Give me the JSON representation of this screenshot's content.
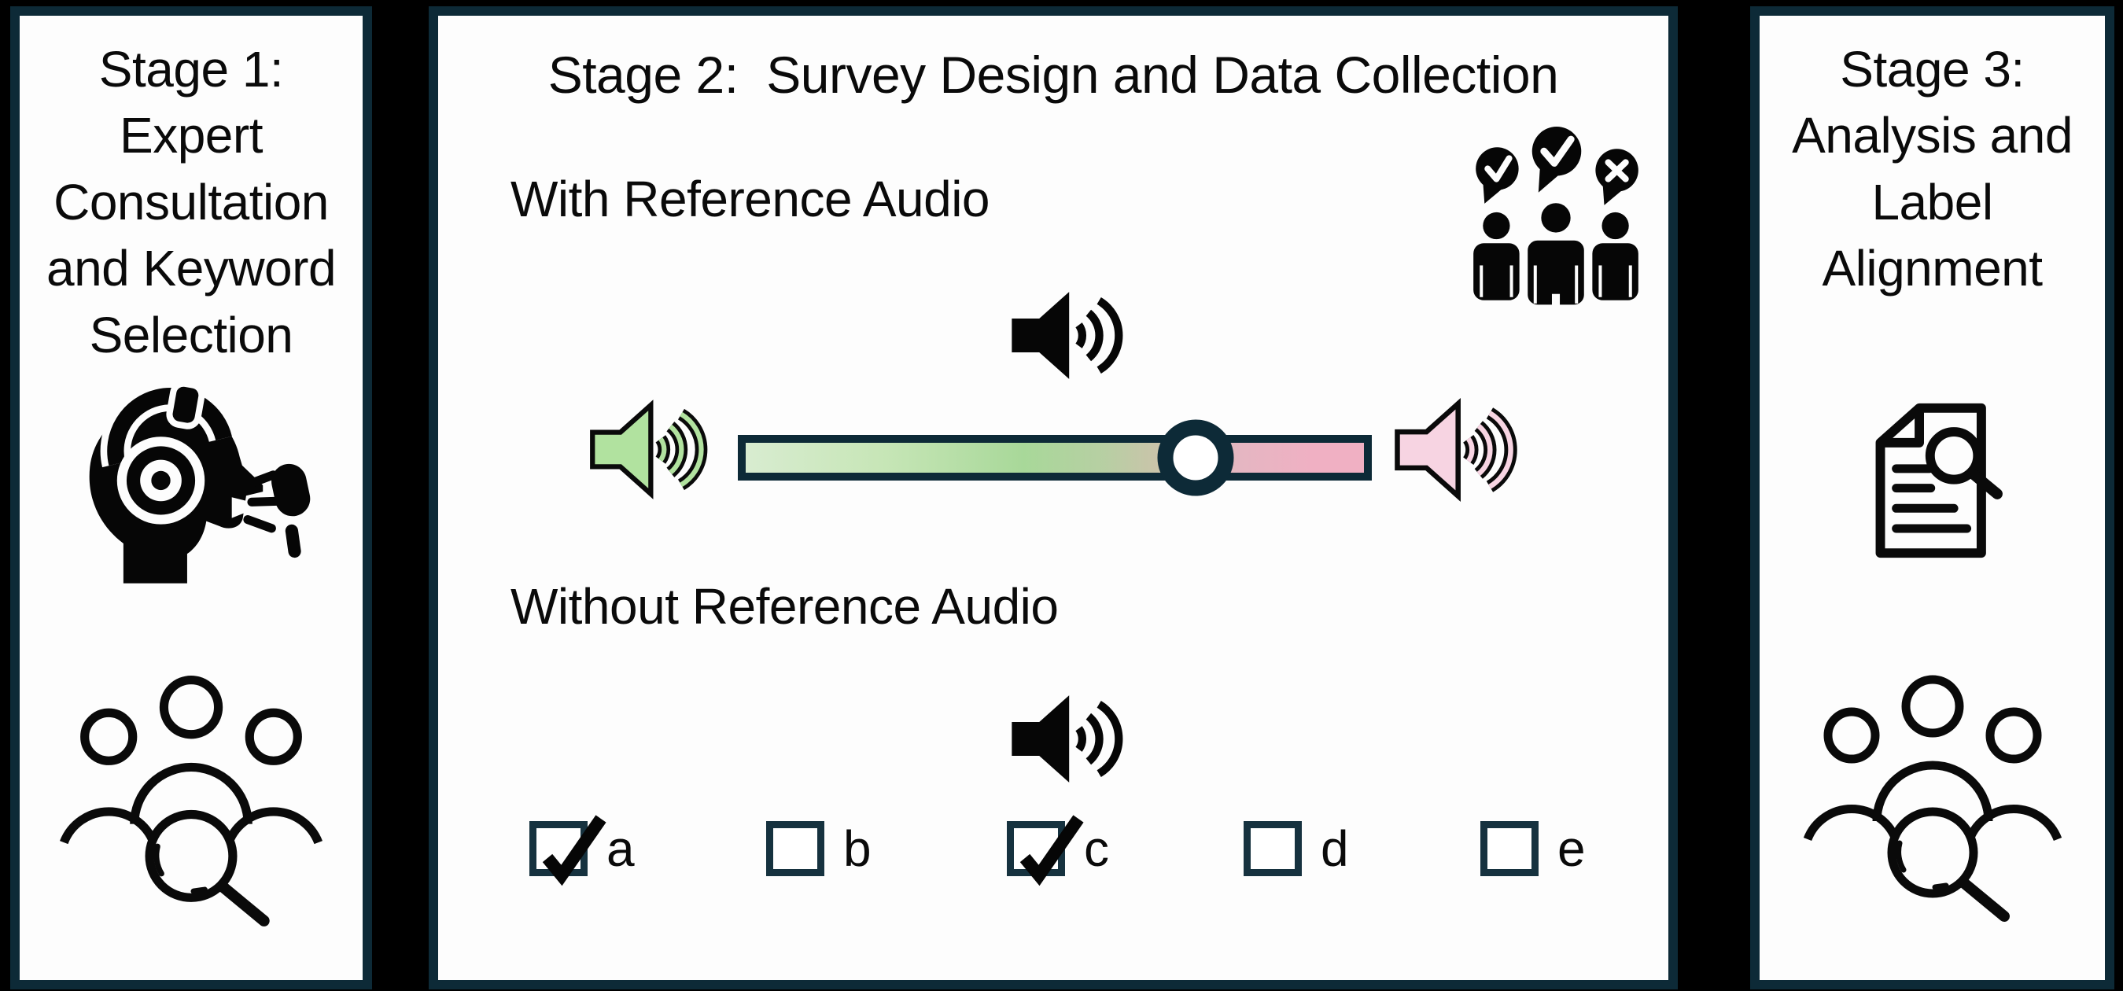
{
  "figure": {
    "type": "three-stage survey pipeline diagram"
  },
  "colors": {
    "background": "#000000",
    "panel_border": "#0d2a37",
    "panel_bg": "#fdfdfd",
    "ink": "#0a0a0a",
    "handle_ring": "#0d2a37",
    "checkbox_border": "#16323f",
    "speaker_green": "#b1e29f",
    "speaker_pink": "#f7d4e2",
    "slider_grad_a": "#d8ecd0",
    "slider_grad_b": "#a8d899",
    "slider_grad_c": "#cdc2ab",
    "slider_grad_d": "#f0b0c3"
  },
  "stage1": {
    "title": "Stage 1:\nExpert\nConsultation\nand Keyword\nSelection",
    "icons": [
      "listener-with-headphones-and-microphone",
      "group-of-people-with-magnifier"
    ]
  },
  "stage2": {
    "title": "Stage 2:  Survey Design and Data Collection",
    "with_reference_label": "With Reference Audio",
    "without_reference_label": "Without Reference Audio",
    "slider": {
      "handle_position_pct": 72.2,
      "left_end_icon": "green-speaker",
      "right_end_icon": "pink-speaker",
      "gradient": [
        "#d8ecd0",
        "#a8d899",
        "#cdc2ab",
        "#f0b0c3"
      ]
    },
    "checkboxes": [
      {
        "label": "a",
        "checked": true
      },
      {
        "label": "b",
        "checked": false
      },
      {
        "label": "c",
        "checked": true
      },
      {
        "label": "d",
        "checked": false
      },
      {
        "label": "e",
        "checked": false
      }
    ],
    "icons": [
      "raters-with-vote-bubbles",
      "speaker-playback",
      "speaker-playback"
    ]
  },
  "stage3": {
    "title": "Stage 3:\nAnalysis and\nLabel\nAlignment",
    "icons": [
      "document-with-magnifier",
      "group-of-people-with-magnifier"
    ]
  }
}
